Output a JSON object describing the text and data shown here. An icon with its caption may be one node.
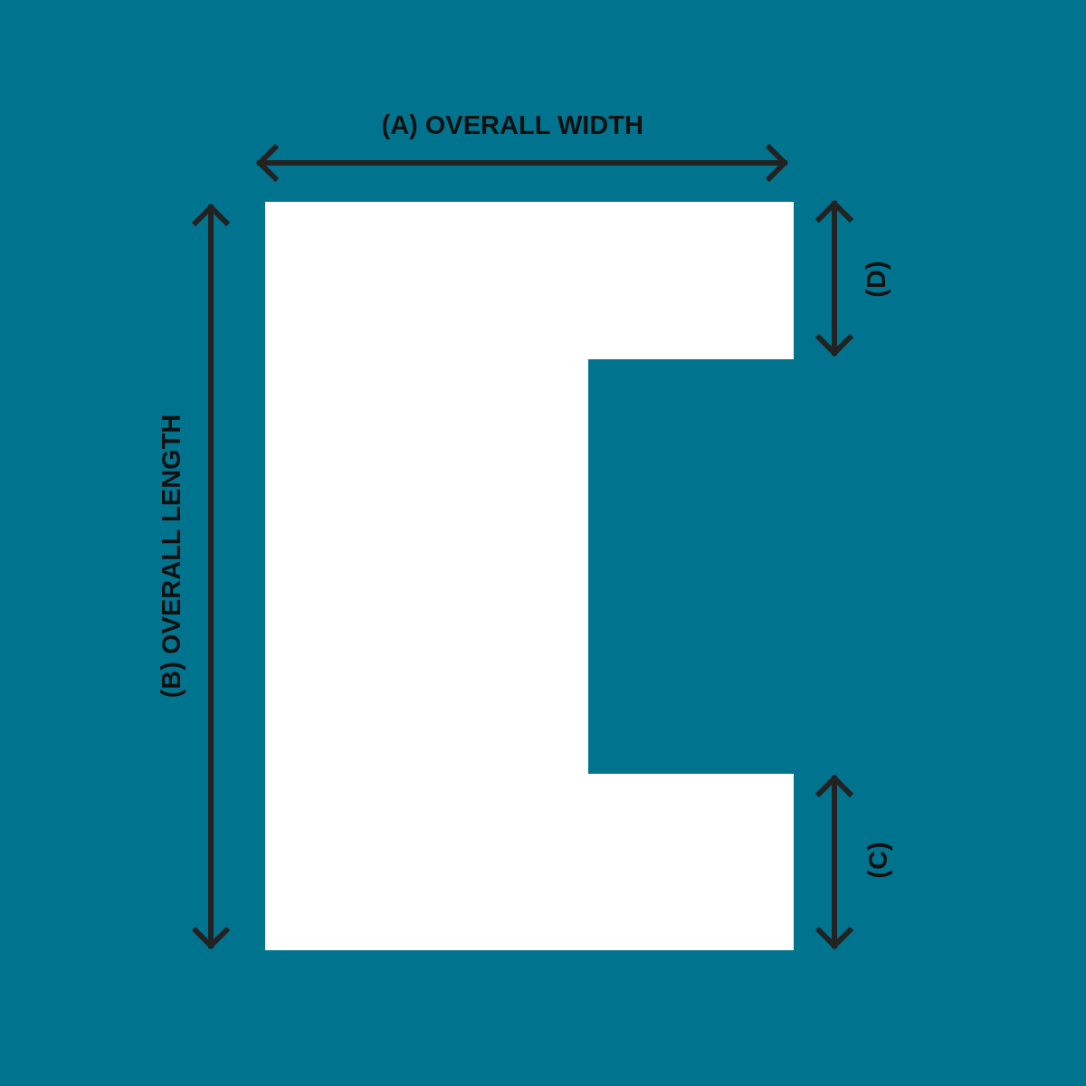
{
  "diagram": {
    "labels": [
      "(A) OVERALL WIDTH",
      "(D)",
      "(B) OVERALL LENGTH",
      "(C)"
    ]
  }
}
